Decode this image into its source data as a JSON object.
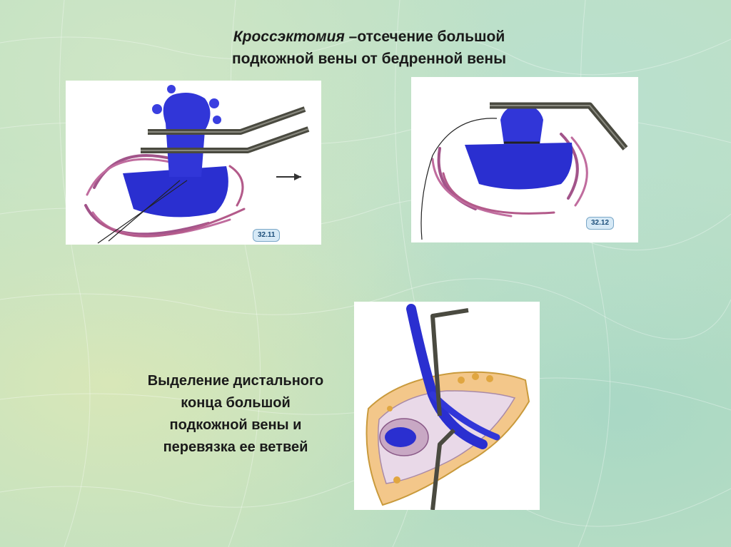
{
  "slide": {
    "title_italic": "Кроссэктомия",
    "title_rest_line1": " –отсечение большой",
    "title_line2": "подкожной вены от бедренной вены",
    "caption_lines": [
      "Выделение дистального",
      "конца большой",
      "подкожной вены и",
      "перевязка ее ветвей"
    ]
  },
  "figures": [
    {
      "label": "32.11"
    },
    {
      "label": "32.12"
    }
  ],
  "colors": {
    "vein": "#2a2fd0",
    "tissue": "#a2548a",
    "clamp": "#4a4a40",
    "fat": "#e0a640",
    "tag_bg": "#d6e9f6"
  }
}
